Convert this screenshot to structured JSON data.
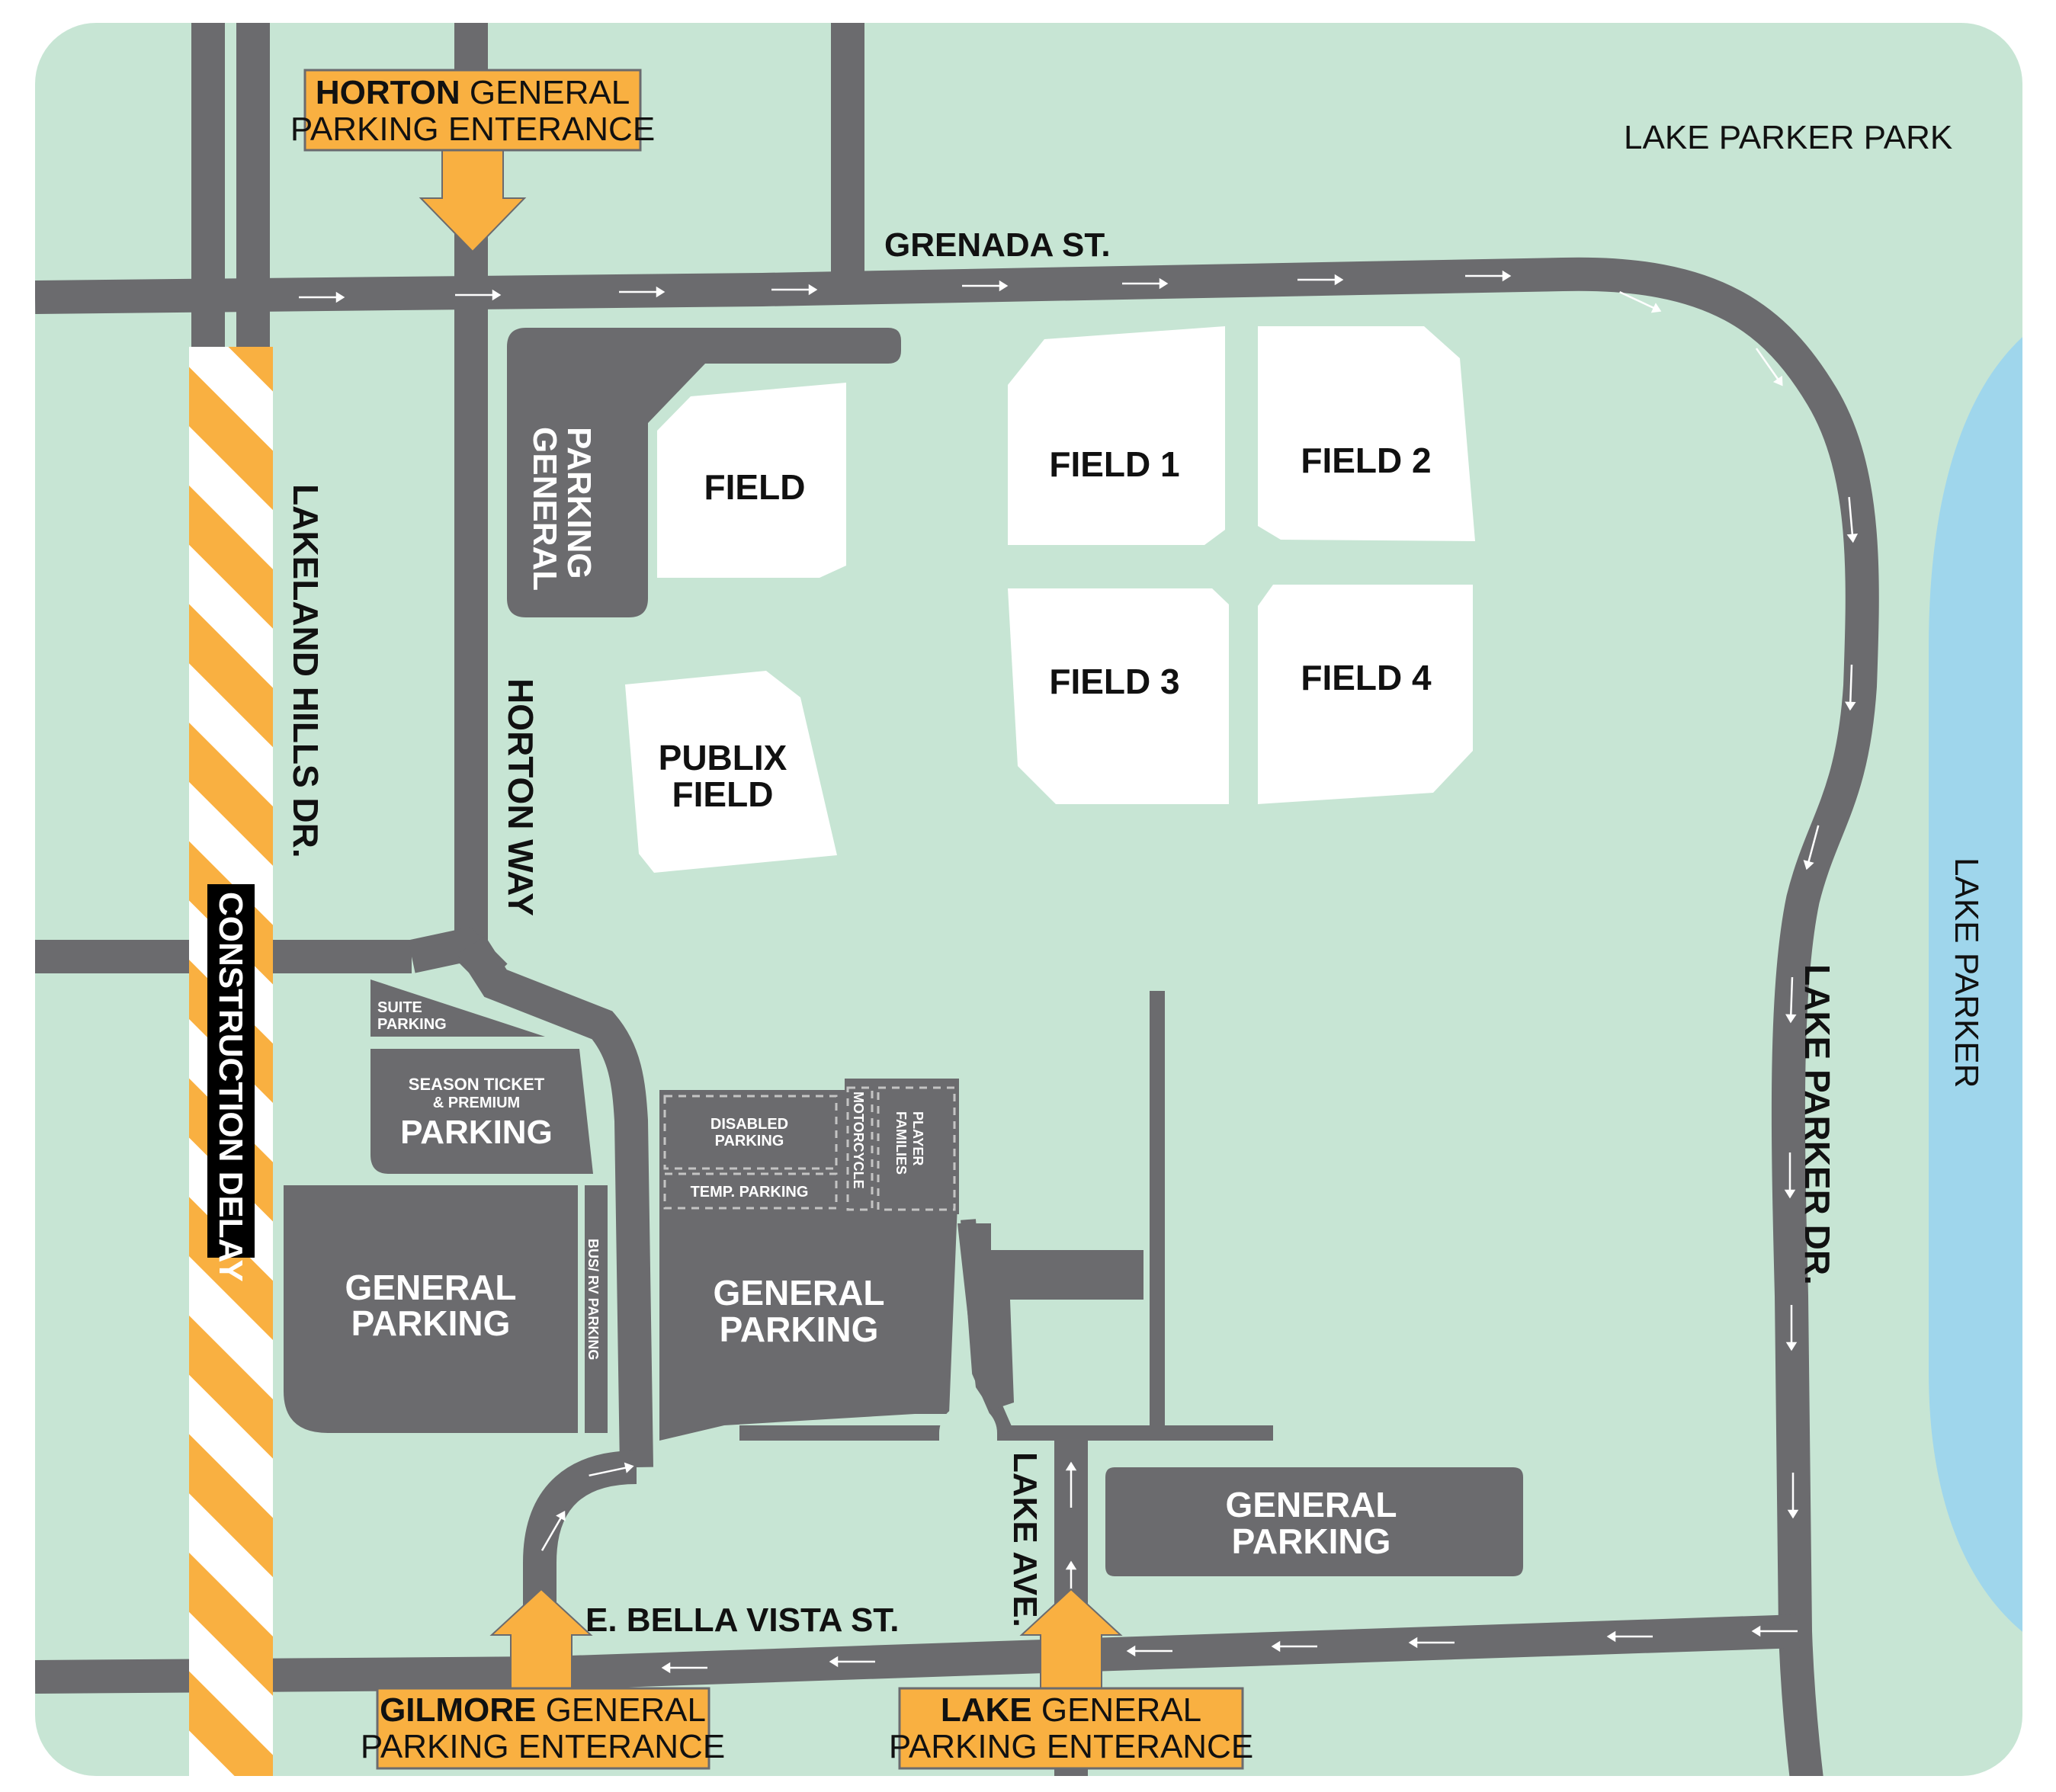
{
  "colors": {
    "background": "#ffffff",
    "land": "#c7e5d4",
    "road": "#6b6b6e",
    "lot": "#6b6b6e",
    "field": "#ffffff",
    "water": "#9fd6ec",
    "entrance": "#f9b041",
    "construction_stripe": "#f9b041"
  },
  "roads": {
    "grenada": "GRENADA ST.",
    "lakeland_hills": "LAKELAND HILLS DR.",
    "horton_way": "HORTON WAY",
    "lake_parker_dr": "LAKE PARKER DR.",
    "bella_vista": "E. BELLA VISTA ST.",
    "lake_ave": "LAKE AVE."
  },
  "areas": {
    "lake_parker_park": "LAKE PARKER PARK",
    "lake_parker": "LAKE PARKER",
    "construction": "CONSTRUCTION DELAY"
  },
  "fields": {
    "field": "FIELD",
    "field1": "FIELD 1",
    "field2": "FIELD 2",
    "field3": "FIELD 3",
    "field4": "FIELD 4",
    "publix_line1": "PUBLIX",
    "publix_line2": "FIELD"
  },
  "lots": {
    "general_line1": "GENERAL",
    "general_line2": "PARKING",
    "suite_line1": "SUITE",
    "suite_line2": "PARKING",
    "season_line1": "SEASON TICKET",
    "season_line2": "& PREMIUM",
    "season_line3": "PARKING",
    "disabled_line1": "DISABLED",
    "disabled_line2": "PARKING",
    "temp": "TEMP. PARKING",
    "motorcycle": "MOTORCYCLE",
    "player_line1": "PLAYER",
    "player_line2": "FAMILIES",
    "bus_rv": "BUS/ RV PARKING"
  },
  "entrances": {
    "horton": {
      "bold": "HORTON",
      "line1_rest": " GENERAL",
      "line2": "PARKING ENTERANCE"
    },
    "gilmore": {
      "bold": "GILMORE",
      "line1_rest": " GENERAL",
      "line2": "PARKING ENTERANCE"
    },
    "lake": {
      "bold": "LAKE",
      "line1_rest": " GENERAL",
      "line2": "PARKING ENTERANCE"
    }
  }
}
